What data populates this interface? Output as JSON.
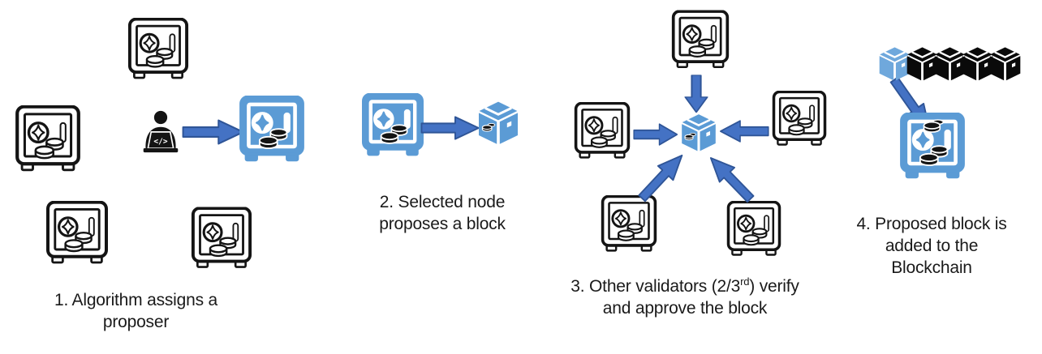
{
  "background": "#ffffff",
  "colors": {
    "safe_blue": "#5b9bd5",
    "chain_blue": "#6fa8dc",
    "arrow_fill": "#4472c4",
    "arrow_border": "#2f5597",
    "ink": "#141414",
    "text": "#1a1a1a"
  },
  "person": {
    "laptop_code": "</>"
  },
  "icons": {
    "vault-icon": "safe with combination dial and coin stack (validator node)",
    "vault-blue-icon": "blue filled safe (selected/proposer node)",
    "proposer-icon": "person at laptop with </> code glyph",
    "block-icon": "3d package cube (block)",
    "blockchain-icon": "row of 3d cubes, 1 blue + 4 black",
    "arrow-icon": "solid blue block arrow",
    "coin-icon": "small coin stack"
  },
  "steps": [
    {
      "caption_lines": [
        "1. Algorithm assigns a",
        "proposer"
      ],
      "validator_safes": 5,
      "highlighted_blue_safes": 1
    },
    {
      "caption_lines": [
        "2. Selected node",
        "proposes a block"
      ]
    },
    {
      "caption_line1": {
        "prefix": "3. Other validators (2/3",
        "sup": "rd",
        "suffix": ") verify"
      },
      "caption_line2": "and approve the block",
      "validator_safes": 5,
      "arrows_to_block": 5
    },
    {
      "caption_lines": [
        "4. Proposed block is",
        "added to the",
        "Blockchain"
      ],
      "chain": {
        "new_blue_blocks": 1,
        "existing_black_blocks": 4
      }
    }
  ]
}
